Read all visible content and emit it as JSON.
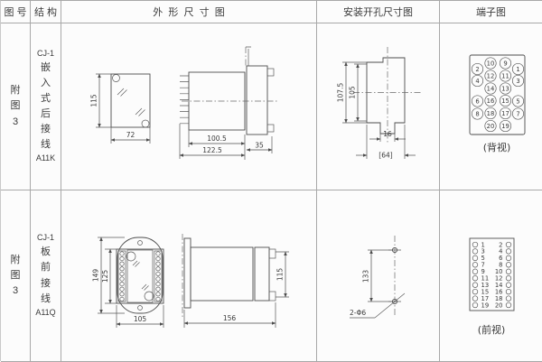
{
  "header": {
    "figure": "图 号",
    "structure": "结 构",
    "outline": "外  形  尺  寸  图",
    "mounting": "安装开孔尺寸图",
    "terminal": "端子图"
  },
  "rows": [
    {
      "figure_chars": [
        "附",
        "图",
        "3"
      ],
      "structure_lines": [
        "CJ-1",
        "嵌",
        "入",
        "式",
        "后",
        "接",
        "线",
        "A11K"
      ],
      "outline": {
        "height": "115",
        "width": "72",
        "depth": "100.5",
        "depth_total": "122.5",
        "flange": "35"
      },
      "mounting": {
        "height_outer": "107.5",
        "height_inner": "105",
        "slot": "16",
        "width": "[64]"
      },
      "terminal": {
        "view": "(背视)",
        "numbers": [
          "10",
          "9",
          "2",
          "1",
          "12",
          "11",
          "4",
          "3",
          "14",
          "13",
          "16",
          "15",
          "6",
          "5",
          "18",
          "17",
          "8",
          "7",
          "20",
          "19"
        ]
      }
    },
    {
      "figure_chars": [
        "附",
        "图",
        "3"
      ],
      "structure_lines": [
        "CJ-1",
        "板",
        "前",
        "接",
        "线",
        "A11Q"
      ],
      "outline": {
        "height_outer": "149",
        "height_inner": "125",
        "width": "105",
        "depth": "156",
        "block_height": "115"
      },
      "mounting": {
        "spacing": "133",
        "holes": "2-Φ6"
      },
      "terminal": {
        "view": "(前视)",
        "left": [
          "1",
          "3",
          "5",
          "7",
          "9",
          "11",
          "13",
          "15",
          "17",
          "19"
        ],
        "right": [
          "2",
          "4",
          "6",
          "8",
          "10",
          "12",
          "14",
          "16",
          "18",
          "20"
        ]
      }
    }
  ],
  "colors": {
    "line": "#4d4d4d",
    "border": "#a8a8a8",
    "text": "#3a3a3a"
  }
}
